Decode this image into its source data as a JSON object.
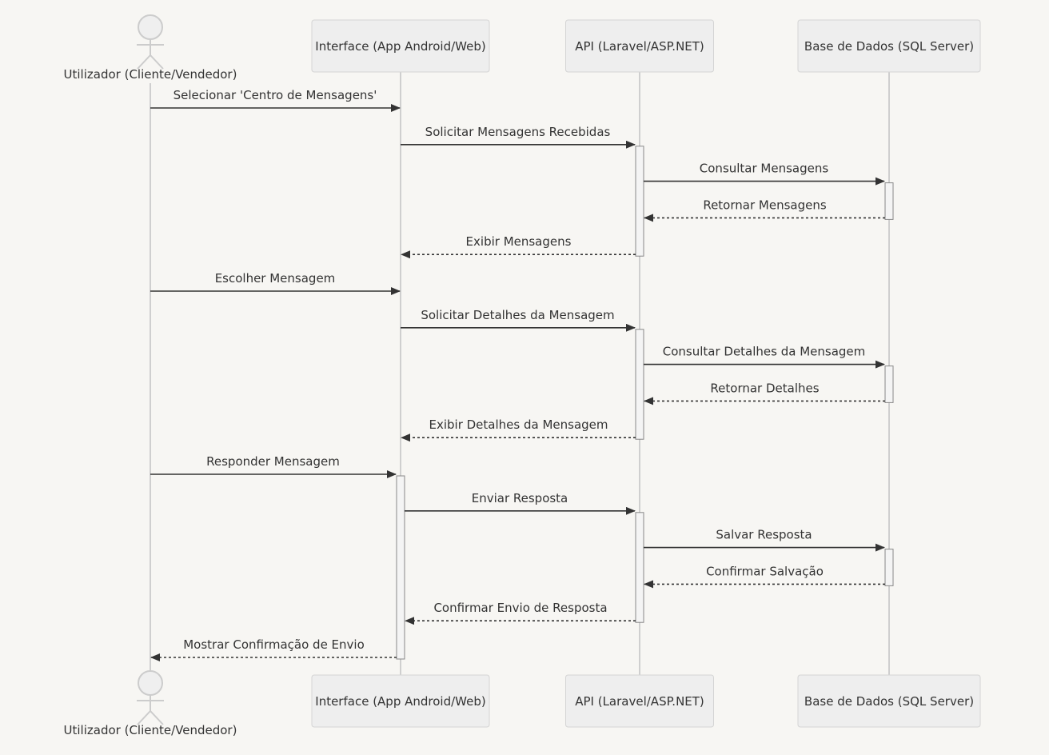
{
  "participants": [
    {
      "id": "user",
      "kind": "actor",
      "label": "Utilizador (Cliente/Vendedor)"
    },
    {
      "id": "ui",
      "kind": "box",
      "label": "Interface (App Android/Web)"
    },
    {
      "id": "api",
      "kind": "box",
      "label": "API (Laravel/ASP.NET)"
    },
    {
      "id": "db",
      "kind": "box",
      "label": "Base de Dados (SQL Server)"
    }
  ],
  "messages": [
    {
      "from": "user",
      "to": "ui",
      "label": "Selecionar 'Centro de Mensagens'",
      "style": "solid"
    },
    {
      "from": "ui",
      "to": "api",
      "label": "Solicitar Mensagens Recebidas",
      "style": "solid"
    },
    {
      "from": "api",
      "to": "db",
      "label": "Consultar Mensagens",
      "style": "solid"
    },
    {
      "from": "db",
      "to": "api",
      "label": "Retornar Mensagens",
      "style": "dashed"
    },
    {
      "from": "api",
      "to": "ui",
      "label": "Exibir Mensagens",
      "style": "dashed"
    },
    {
      "from": "user",
      "to": "ui",
      "label": "Escolher Mensagem",
      "style": "solid"
    },
    {
      "from": "ui",
      "to": "api",
      "label": "Solicitar Detalhes da Mensagem",
      "style": "solid"
    },
    {
      "from": "api",
      "to": "db",
      "label": "Consultar Detalhes da Mensagem",
      "style": "solid"
    },
    {
      "from": "db",
      "to": "api",
      "label": "Retornar Detalhes",
      "style": "dashed"
    },
    {
      "from": "api",
      "to": "ui",
      "label": "Exibir Detalhes da Mensagem",
      "style": "dashed"
    },
    {
      "from": "user",
      "to": "ui",
      "label": "Responder Mensagem",
      "style": "solid"
    },
    {
      "from": "ui",
      "to": "api",
      "label": "Enviar Resposta",
      "style": "solid"
    },
    {
      "from": "api",
      "to": "db",
      "label": "Salvar Resposta",
      "style": "solid"
    },
    {
      "from": "db",
      "to": "api",
      "label": "Confirmar Salvação",
      "style": "dashed"
    },
    {
      "from": "api",
      "to": "ui",
      "label": "Confirmar Envio de Resposta",
      "style": "dashed"
    },
    {
      "from": "ui",
      "to": "user",
      "label": "Mostrar Confirmação de Envio",
      "style": "dashed"
    }
  ]
}
